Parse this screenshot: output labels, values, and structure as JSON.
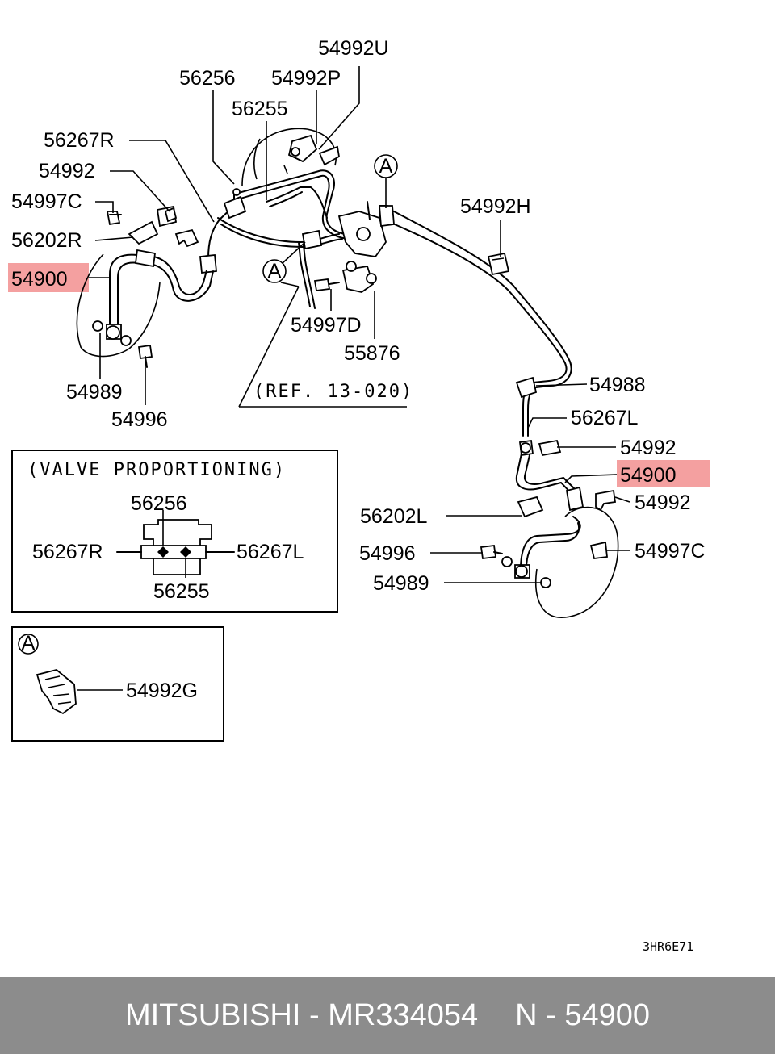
{
  "labels": {
    "p54992U": "54992U",
    "p54992P": "54992P",
    "p56256": "56256",
    "p56255": "56255",
    "p56267R": "56267R",
    "p54992_top": "54992",
    "p54997C_left": "54997C",
    "p56202R": "56202R",
    "p54900_left": "54900",
    "p54989_left": "54989",
    "p54996_left": "54996",
    "p54997D": "54997D",
    "p55876": "55876",
    "p54992H": "54992H",
    "p54988": "54988",
    "p56267L": "56267L",
    "p54992_r1": "54992",
    "p54900_right": "54900",
    "p54992_r2": "54992",
    "p56202L": "56202L",
    "p54996_right": "54996",
    "p54997C_right": "54997C",
    "p54989_right": "54989"
  },
  "ref_note": "(REF. 13-020)",
  "callout_A": "A",
  "valve_box": {
    "title": "(VALVE PROPORTIONING)",
    "p56256": "56256",
    "p56267R": "56267R",
    "p56267L": "56267L",
    "p56255": "56255"
  },
  "detail_box": {
    "callout": "A",
    "p54992G": "54992G"
  },
  "drawing_code": "3HR6E71",
  "footer": {
    "brand": "MITSUBISHI",
    "part_number": "MR334054",
    "ref_number": "N - 54900",
    "separator": " - "
  },
  "highlight_color": "#f4a0a0",
  "footer_color": "#8c8c8c"
}
